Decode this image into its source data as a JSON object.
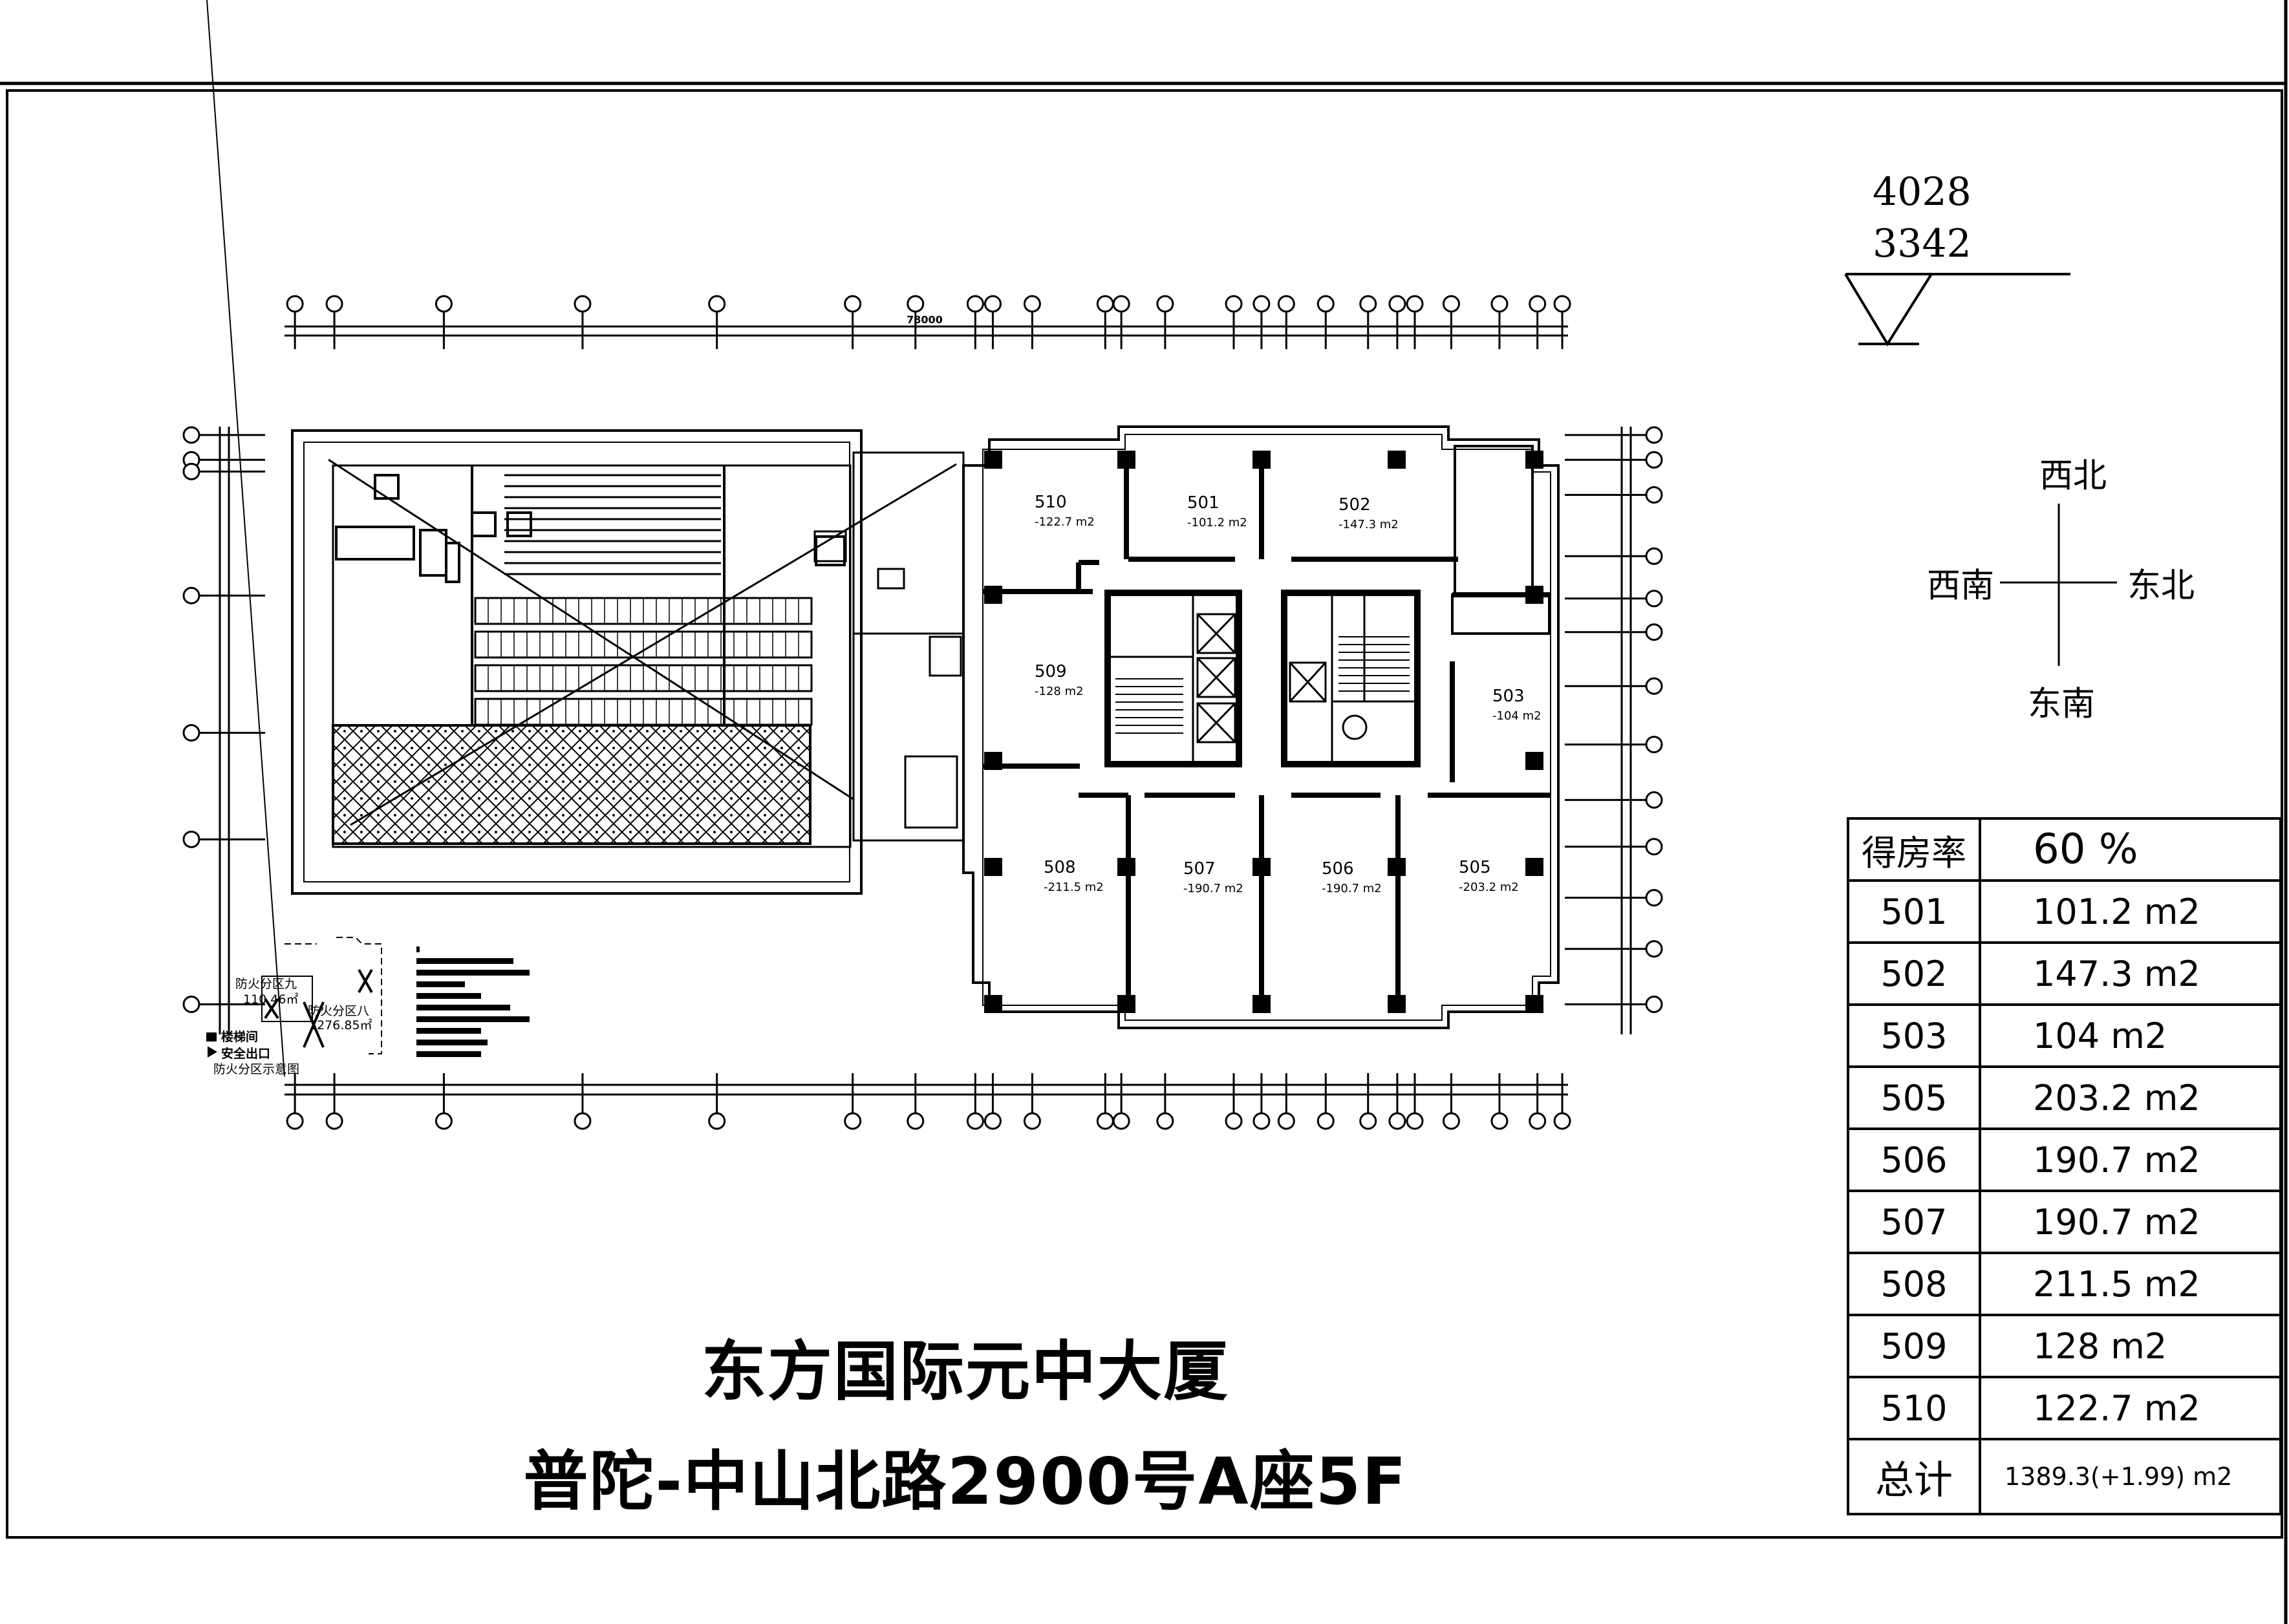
{
  "titles": {
    "building": "东方国际元中大厦",
    "address": "普陀-中山北路2900号A座5F"
  },
  "elevation": {
    "upper": "4028",
    "lower": "3342"
  },
  "compass": {
    "nw": "西北",
    "sw": "西南",
    "ne": "东北",
    "se": "东南"
  },
  "rooms": [
    {
      "no": "510",
      "area": "-122.7 m2"
    },
    {
      "no": "501",
      "area": "-101.2 m2"
    },
    {
      "no": "502",
      "area": "-147.3 m2"
    },
    {
      "no": "509",
      "area": "-128 m2"
    },
    {
      "no": "503",
      "area": "-104 m2"
    },
    {
      "no": "508",
      "area": "-211.5 m2"
    },
    {
      "no": "507",
      "area": "-190.7 m2"
    },
    {
      "no": "506",
      "area": "-190.7 m2"
    },
    {
      "no": "505",
      "area": "-203.2 m2"
    }
  ],
  "area_table": {
    "ratio_label": "得房率",
    "ratio_value": "60 %",
    "rows": [
      {
        "unit": "501",
        "area": "101.2 m2"
      },
      {
        "unit": "502",
        "area": "147.3 m2"
      },
      {
        "unit": "503",
        "area": "104 m2"
      },
      {
        "unit": "505",
        "area": "203.2 m2"
      },
      {
        "unit": "506",
        "area": "190.7 m2"
      },
      {
        "unit": "507",
        "area": "190.7 m2"
      },
      {
        "unit": "508",
        "area": "211.5 m2"
      },
      {
        "unit": "509",
        "area": "128 m2"
      },
      {
        "unit": "510",
        "area": "122.7 m2"
      }
    ],
    "total_label": "总计",
    "total_value": "1389.3(+1.99) m2"
  },
  "fire_zones": {
    "zone9": "防火分区九",
    "zone9_area": "110.46㎡",
    "zone8": "防火分区八",
    "zone8_area": "1276.85㎡",
    "stair_label": "楼梯间",
    "exit_label": "安全出口",
    "caption": "防火分区示意图"
  },
  "dimensions": {
    "top_total": "78000"
  }
}
